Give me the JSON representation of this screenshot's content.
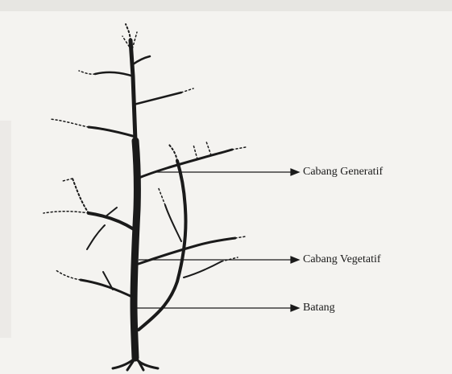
{
  "watermark_text": "",
  "labels": {
    "generative_branch": "Cabang Generatif",
    "vegetative_branch": "Cabang Vegetatif",
    "trunk": "Batang"
  },
  "colors": {
    "ink": "#1a1a1a",
    "paper": "#f4f3f0",
    "watermark": "#d9d8d4"
  }
}
